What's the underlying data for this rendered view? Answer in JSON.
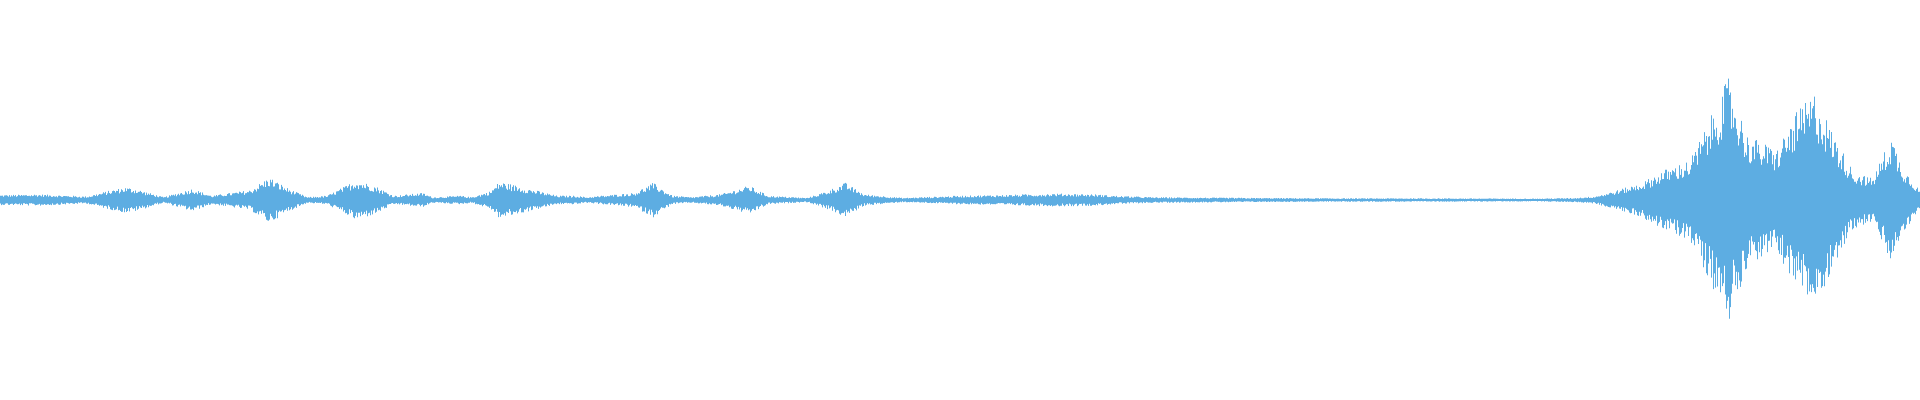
{
  "waveform": {
    "color": "#5dade2",
    "background": "#ffffff",
    "peak_envelope": [
      [
        0.0,
        0.035
      ],
      [
        0.02,
        0.04
      ],
      [
        0.045,
        0.025
      ],
      [
        0.055,
        0.06
      ],
      [
        0.065,
        0.09
      ],
      [
        0.07,
        0.08
      ],
      [
        0.085,
        0.02
      ],
      [
        0.1,
        0.08
      ],
      [
        0.11,
        0.03
      ],
      [
        0.13,
        0.07
      ],
      [
        0.14,
        0.16
      ],
      [
        0.15,
        0.08
      ],
      [
        0.16,
        0.02
      ],
      [
        0.17,
        0.03
      ],
      [
        0.18,
        0.1
      ],
      [
        0.185,
        0.14
      ],
      [
        0.195,
        0.1
      ],
      [
        0.205,
        0.03
      ],
      [
        0.22,
        0.05
      ],
      [
        0.225,
        0.02
      ],
      [
        0.24,
        0.03
      ],
      [
        0.245,
        0.02
      ],
      [
        0.255,
        0.06
      ],
      [
        0.26,
        0.13
      ],
      [
        0.275,
        0.08
      ],
      [
        0.29,
        0.03
      ],
      [
        0.3,
        0.03
      ],
      [
        0.305,
        0.02
      ],
      [
        0.33,
        0.05
      ],
      [
        0.34,
        0.12
      ],
      [
        0.35,
        0.03
      ],
      [
        0.36,
        0.02
      ],
      [
        0.375,
        0.04
      ],
      [
        0.39,
        0.1
      ],
      [
        0.4,
        0.03
      ],
      [
        0.42,
        0.015
      ],
      [
        0.43,
        0.06
      ],
      [
        0.44,
        0.12
      ],
      [
        0.45,
        0.04
      ],
      [
        0.47,
        0.015
      ],
      [
        0.5,
        0.03
      ],
      [
        0.52,
        0.035
      ],
      [
        0.55,
        0.045
      ],
      [
        0.57,
        0.04
      ],
      [
        0.58,
        0.03
      ],
      [
        0.6,
        0.02
      ],
      [
        0.65,
        0.015
      ],
      [
        0.7,
        0.012
      ],
      [
        0.75,
        0.012
      ],
      [
        0.8,
        0.01
      ],
      [
        0.82,
        0.015
      ],
      [
        0.83,
        0.025
      ],
      [
        0.84,
        0.06
      ],
      [
        0.855,
        0.12
      ],
      [
        0.865,
        0.2
      ],
      [
        0.88,
        0.28
      ],
      [
        0.89,
        0.55
      ],
      [
        0.9,
        0.85
      ],
      [
        0.91,
        0.45
      ],
      [
        0.925,
        0.35
      ],
      [
        0.935,
        0.6
      ],
      [
        0.945,
        0.75
      ],
      [
        0.955,
        0.45
      ],
      [
        0.965,
        0.2
      ],
      [
        0.975,
        0.15
      ],
      [
        0.985,
        0.45
      ],
      [
        0.99,
        0.25
      ],
      [
        1.0,
        0.06
      ]
    ]
  }
}
